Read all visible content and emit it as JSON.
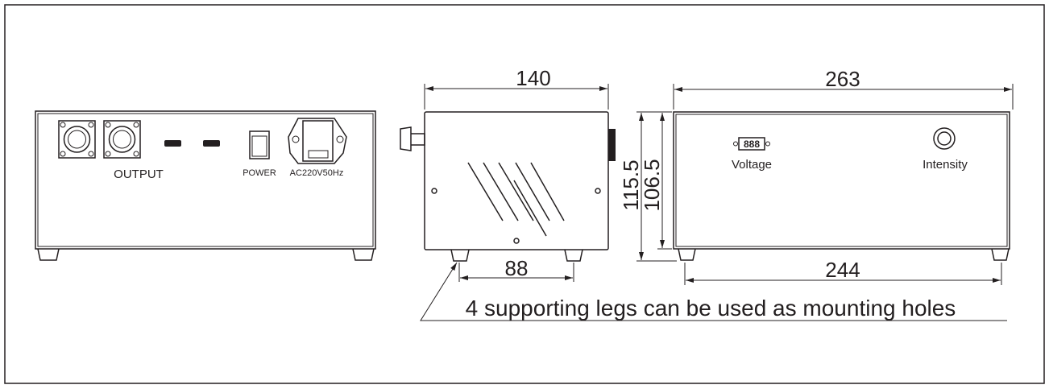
{
  "labels": {
    "output": "OUTPUT",
    "power": "POWER",
    "ac": "AC220V50Hz",
    "voltage": "Voltage",
    "intensity": "Intensity",
    "note": "4 supporting legs can be used as mounting holes"
  },
  "dimensions": {
    "side_width": "140",
    "leg_spacing_side": "88",
    "front_width": "263",
    "leg_spacing_front": "244",
    "total_height": "115.5",
    "body_height": "106.5"
  },
  "colors": {
    "line": "#231f20",
    "background": "#ffffff"
  }
}
